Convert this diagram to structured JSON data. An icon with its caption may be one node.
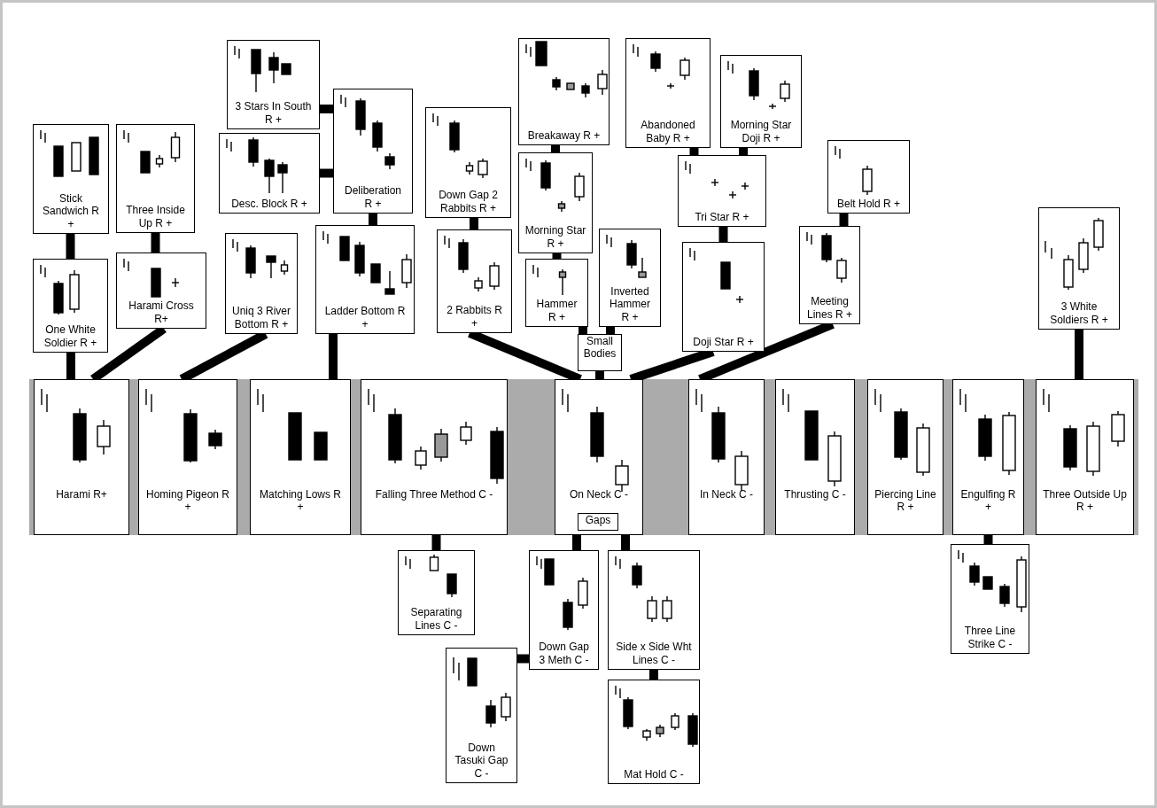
{
  "diagram": {
    "nodes": [
      {
        "text": [
          "Stick Sandwich R +"
        ]
      },
      {
        "text": [
          "Three Inside Up R +"
        ]
      },
      {
        "text": [
          "One White Soldier R +"
        ]
      },
      {
        "text": [
          "Harami Cross R+"
        ]
      },
      {
        "text": [
          "3 Stars In South R +"
        ]
      },
      {
        "text": [
          "Desc. Block R +"
        ]
      },
      {
        "text": [
          "Deliberation R +"
        ]
      },
      {
        "text": [
          "Uniq 3 River Bottom R +"
        ]
      },
      {
        "text": [
          "Ladder Bottom R +"
        ]
      },
      {
        "text": [
          "Down Gap 2 Rabbits R +"
        ]
      },
      {
        "text": [
          "2 Rabbits R +"
        ]
      },
      {
        "text": [
          "Breakaway R +"
        ]
      },
      {
        "text": [
          "Morning Star R +"
        ]
      },
      {
        "text": [
          "Hammer R +"
        ]
      },
      {
        "text": [
          "Inverted Hammer R +"
        ]
      },
      {
        "text": [
          "Small Bodies"
        ]
      },
      {
        "text": [
          "Abandoned Baby R +"
        ]
      },
      {
        "text": [
          "Morning Star Doji R +"
        ]
      },
      {
        "text": [
          "Tri Star R +"
        ]
      },
      {
        "text": [
          "Doji Star R +"
        ]
      },
      {
        "text": [
          "Belt Hold R +"
        ]
      },
      {
        "text": [
          "Meeting Lines R +"
        ]
      },
      {
        "text": [
          "3 White Soldiers R +"
        ]
      },
      {
        "text": [
          "Harami R+"
        ]
      },
      {
        "text": [
          "Homing Pigeon R +"
        ]
      },
      {
        "text": [
          "Matching Lows R +"
        ]
      },
      {
        "text": [
          "Falling Three Method C -"
        ]
      },
      {
        "text": [
          "On Neck C -"
        ]
      },
      {
        "text": [
          "Gaps"
        ],
        "in": 27
      },
      {
        "text": [
          "In Neck C -"
        ]
      },
      {
        "text": [
          "Thrusting C -"
        ]
      },
      {
        "text": [
          "Piercing Line R +"
        ]
      },
      {
        "text": [
          "Engulfing R +"
        ]
      },
      {
        "text": [
          "Three Outside Up R +"
        ]
      },
      {
        "text": [
          "Separating Lines C -"
        ]
      },
      {
        "text": [
          "Down Gap 3 Meth C -"
        ]
      },
      {
        "text": [
          "Side x Side Wht Lines C -"
        ]
      },
      {
        "text": [
          "Down Tasuki Gap C -"
        ]
      },
      {
        "text": [
          "Mat Hold C -"
        ]
      },
      {
        "text": [
          "Three Line Strike C -"
        ]
      }
    ],
    "edges": [
      {
        "from": 0,
        "to": 2,
        "arrow": "none"
      },
      {
        "from": 2,
        "to": 23,
        "arrow": "none"
      },
      {
        "from": 1,
        "to": 3,
        "arrow": "none"
      },
      {
        "from": 3,
        "to": 23,
        "arrow": "none"
      },
      {
        "from": 4,
        "to": 6,
        "arrow": "none"
      },
      {
        "from": 5,
        "to": 6,
        "arrow": "none"
      },
      {
        "from": 6,
        "to": 8,
        "arrow": "none"
      },
      {
        "from": 7,
        "to": 24,
        "arrow": "none"
      },
      {
        "from": 8,
        "to": 25,
        "arrow": "none"
      },
      {
        "from": 9,
        "to": 10,
        "arrow": "none"
      },
      {
        "from": 10,
        "to": 27,
        "arrow": "none"
      },
      {
        "from": 11,
        "to": 12,
        "arrow": "none"
      },
      {
        "from": 12,
        "to": 13,
        "arrow": "none"
      },
      {
        "from": 13,
        "to": 15,
        "arrow": "none"
      },
      {
        "from": 14,
        "to": 15,
        "arrow": "none"
      },
      {
        "from": 15,
        "to": 27,
        "arrow": "none"
      },
      {
        "from": 16,
        "to": 18,
        "arrow": "none"
      },
      {
        "from": 17,
        "to": 18,
        "arrow": "none"
      },
      {
        "from": 18,
        "to": 19,
        "arrow": "none"
      },
      {
        "from": 19,
        "to": 27,
        "arrow": "none"
      },
      {
        "from": 20,
        "to": 21,
        "arrow": "none"
      },
      {
        "from": 21,
        "to": 29,
        "arrow": "none"
      },
      {
        "from": 22,
        "to": 33,
        "arrow": "none"
      },
      {
        "from": 26,
        "to": 34,
        "arrow": "none"
      },
      {
        "from": 27,
        "to": 35,
        "arrow": "none"
      },
      {
        "from": 27,
        "to": 36,
        "arrow": "none"
      },
      {
        "from": 35,
        "to": 37,
        "arrow": "none"
      },
      {
        "from": 36,
        "to": 38,
        "arrow": "none"
      },
      {
        "from": 32,
        "to": 39,
        "arrow": "none"
      }
    ]
  }
}
